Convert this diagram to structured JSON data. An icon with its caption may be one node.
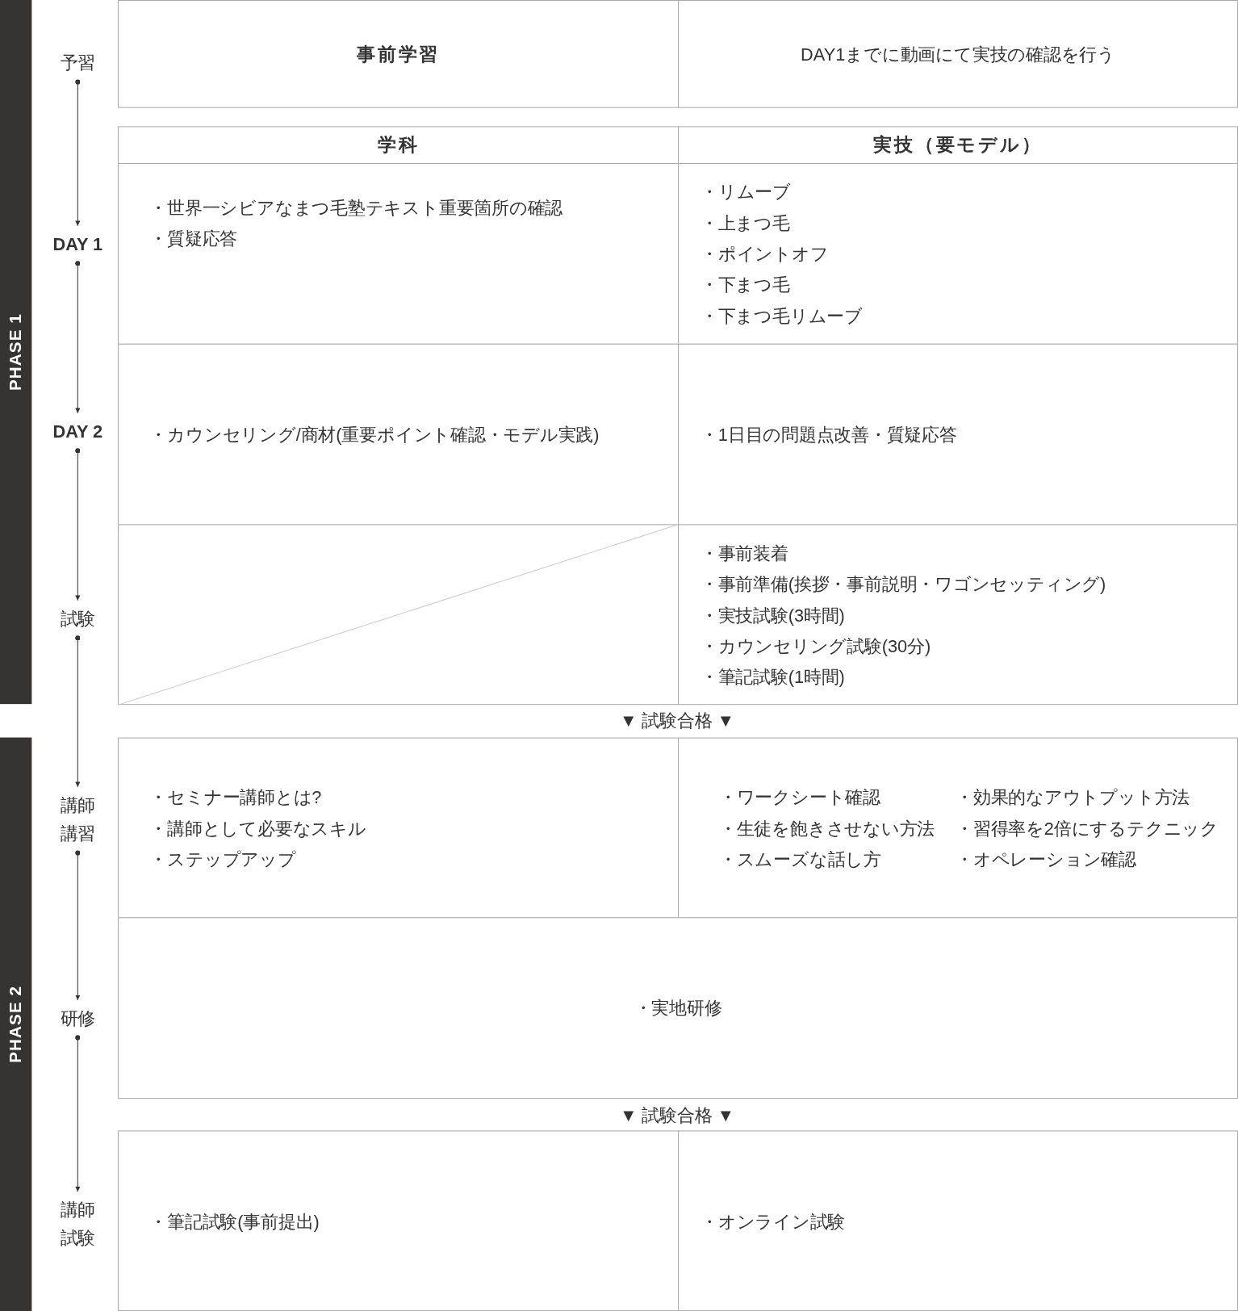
{
  "diagram": {
    "nodes": [
      {
        "text": [
          "PHASE 1"
        ]
      },
      {
        "text": [
          "PHASE 2"
        ]
      },
      {
        "text": [
          "予習"
        ]
      },
      {
        "text": [
          "DAY 1"
        ]
      },
      {
        "text": [
          "DAY 2"
        ]
      },
      {
        "text": [
          "試験"
        ]
      },
      {
        "text": [
          "講師講習"
        ]
      },
      {
        "text": [
          "研修"
        ]
      },
      {
        "text": [
          "講師試験"
        ]
      },
      {
        "text": [
          "事前学習"
        ]
      },
      {
        "text": [
          "DAY1までに動画にて実技の確認を行う"
        ]
      },
      {
        "text": [
          "学科"
        ]
      },
      {
        "text": [
          "実技（要モデル）"
        ]
      },
      {
        "text": [
          "・世界一シビアなまつ毛塾テキスト重要箇所の確認",
          "・質疑応答"
        ]
      },
      {
        "text": [
          "・リムーブ",
          "・上まつ毛",
          "・ポイントオフ",
          "・下まつ毛",
          "・下まつ毛リムーブ"
        ]
      },
      {
        "text": [
          "・カウンセリング/商材(重要ポイント確認・モデル実践)"
        ]
      },
      {
        "text": [
          "・1日目の問題点改善・質疑応答"
        ]
      },
      {
        "text": [],
        "shape": "box"
      },
      {
        "text": [
          "・事前装着",
          "・事前準備(挨拶・事前説明・ワゴンセッティング)",
          "・実技試験(3時間)",
          "・カウンセリング試験(30分)",
          "・筆記試験(1時間)"
        ]
      },
      {
        "text": [
          "・セミナー講師とは?",
          "・講師として必要なスキル",
          "・ステップアップ"
        ]
      },
      {
        "text": [
          "・ワークシート確認",
          "・生徒を飽きさせない方法",
          "・スムーズな話し方",
          "・効果的なアウトプット方法",
          "・習得率を2倍にするテクニック",
          "・オペレーション確認"
        ]
      },
      {
        "text": [
          "・実地研修"
        ]
      },
      {
        "text": [
          "・筆記試験(事前提出)"
        ]
      },
      {
        "text": [
          "・オンライン試験"
        ]
      }
    ],
    "edges": [
      {
        "from": 2,
        "to": 3,
        "arrow": "to"
      },
      {
        "from": 3,
        "to": 4,
        "arrow": "to"
      },
      {
        "from": 4,
        "to": 5,
        "arrow": "to"
      },
      {
        "from": 5,
        "to": 6,
        "arrow": "to"
      },
      {
        "from": 6,
        "to": 7,
        "arrow": "to"
      },
      {
        "from": 7,
        "to": 8,
        "arrow": "to"
      }
    ],
    "labels": [
      "▼ 試験合格 ▼",
      "▼ 試験合格 ▼"
    ]
  }
}
